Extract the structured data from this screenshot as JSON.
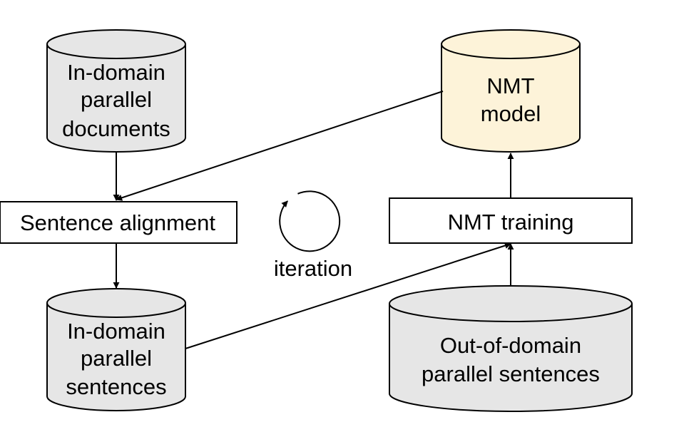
{
  "colors": {
    "store_fill": "#e6e6e6",
    "model_fill": "#fdf3d9",
    "stroke": "#000000",
    "background": "#ffffff"
  },
  "stores": {
    "in_domain_docs": [
      "In-domain",
      "parallel",
      "documents"
    ],
    "nmt_model": [
      "NMT",
      "model"
    ],
    "in_domain_sentences": [
      "In-domain",
      "parallel",
      "sentences"
    ],
    "out_of_domain": [
      "Out-of-domain",
      "parallel sentences"
    ]
  },
  "processes": {
    "sentence_alignment": "Sentence alignment",
    "nmt_training": "NMT training"
  },
  "loop": {
    "label": "iteration",
    "icon": "circular-arrow-icon"
  }
}
